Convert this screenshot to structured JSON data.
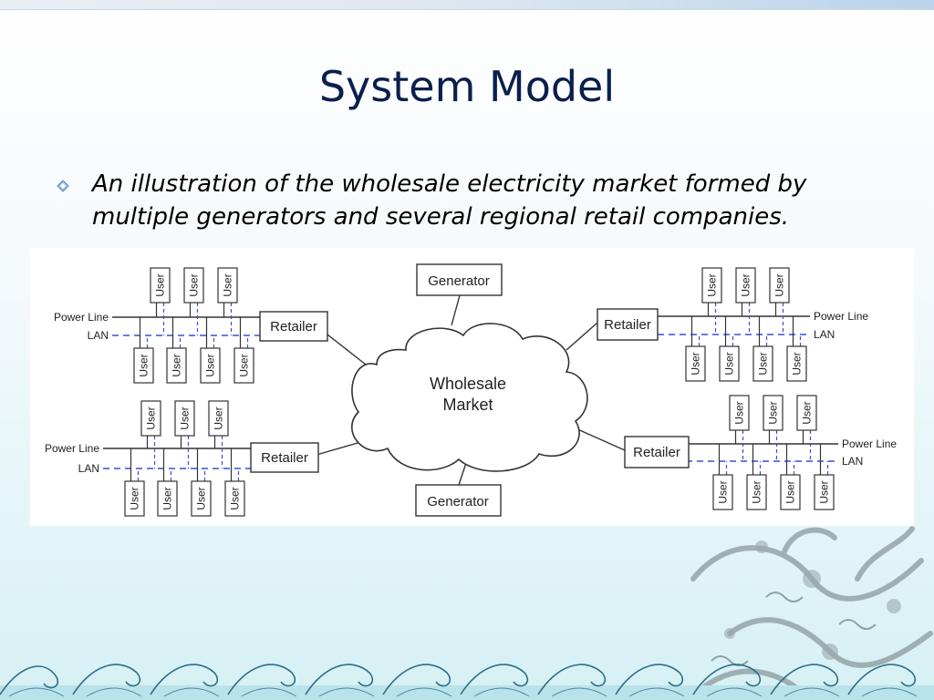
{
  "slide": {
    "title": "System Model",
    "bullet": "An illustration of the wholesale electricity market formed by multiple generators and several regional retail companies."
  },
  "diagram": {
    "market_label_line1": "Wholesale",
    "market_label_line2": "Market",
    "generator_label": "Generator",
    "retailer_label": "Retailer",
    "user_label": "User",
    "power_line_label": "Power Line",
    "lan_label": "LAN"
  },
  "colors": {
    "title": "#0b1f4d",
    "lan_dash": "#3b4fd6",
    "box_stroke": "#333333"
  }
}
